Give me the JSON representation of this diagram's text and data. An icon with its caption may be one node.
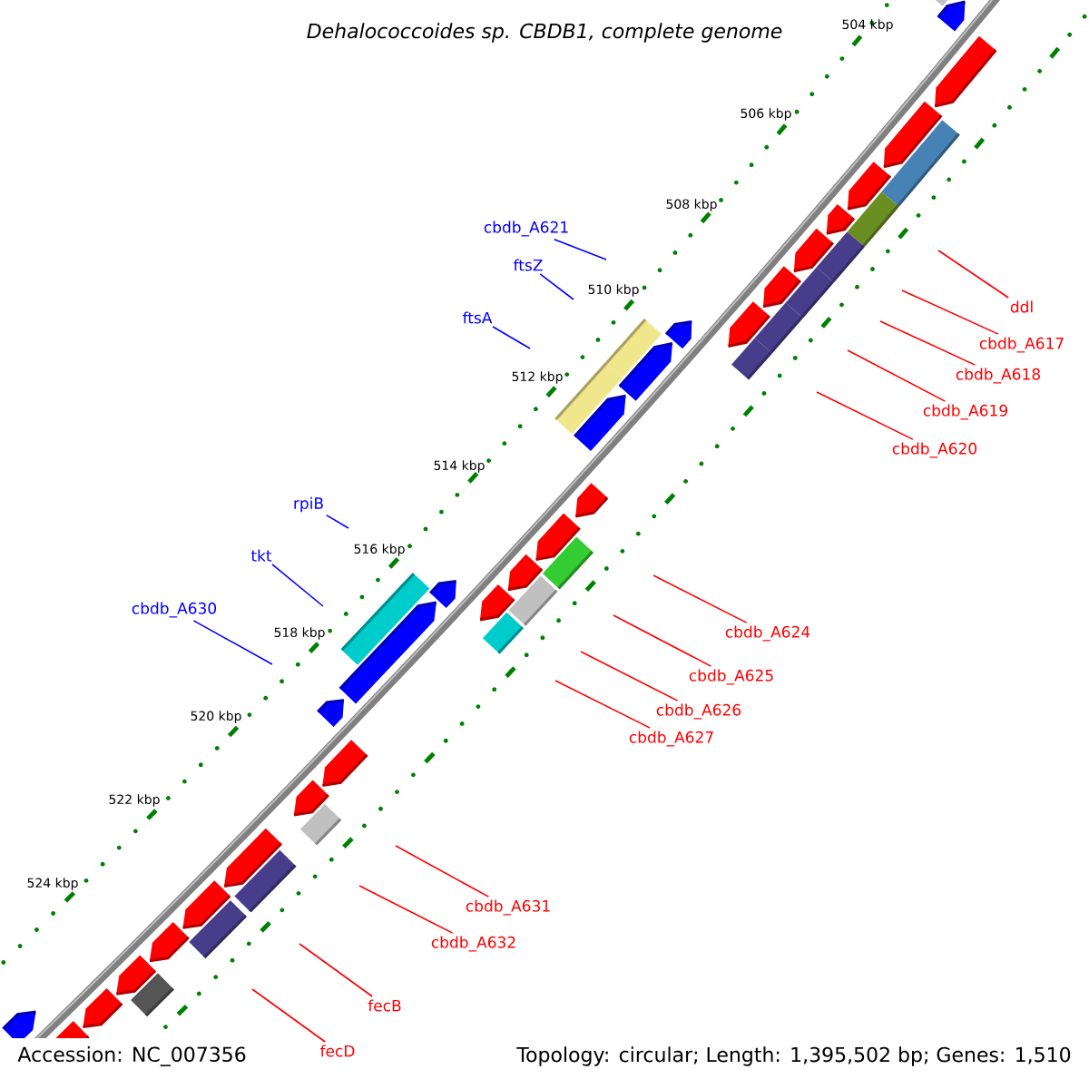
{
  "diagram": {
    "title": "Dehalococcoides sp. CBDB1, complete genome",
    "nodes": [
      {
        "text": [
          "cbdb_A621"
        ]
      },
      {
        "text": [
          "ftsZ"
        ]
      },
      {
        "text": [
          "ddl"
        ]
      },
      {
        "text": [
          "ftsA"
        ]
      },
      {
        "text": [
          "cbdb_A617"
        ]
      },
      {
        "text": [
          "cbdb_A618"
        ]
      },
      {
        "text": [
          "cbdb_A619"
        ]
      },
      {
        "text": [
          "cbdb_A620"
        ]
      },
      {
        "text": [
          "rpiB"
        ]
      },
      {
        "text": [
          "tkt"
        ]
      },
      {
        "text": [
          "cbdb_A630"
        ]
      },
      {
        "text": [
          "cbdb_A624"
        ]
      },
      {
        "text": [
          "cbdb_A625"
        ]
      },
      {
        "text": [
          "cbdb_A626"
        ]
      },
      {
        "text": [
          "cbdb_A627"
        ]
      },
      {
        "text": [
          "cbdb_A631"
        ]
      },
      {
        "text": [
          "cbdb_A632"
        ]
      },
      {
        "text": [
          "fecB"
        ]
      },
      {
        "text": [
          "fecD"
        ]
      }
    ],
    "edges": [
      {
        "from": 0,
        "to": null,
        "arrow": "none",
        "color": "#0000ff"
      },
      {
        "from": 1,
        "to": null,
        "arrow": "none",
        "color": "#0000ff"
      },
      {
        "from": 2,
        "to": null,
        "arrow": "none"
      },
      {
        "from": 3,
        "to": null,
        "arrow": "none",
        "color": "#0000ff"
      },
      {
        "from": 4,
        "to": null,
        "arrow": "none"
      },
      {
        "from": 5,
        "to": null,
        "arrow": "none"
      },
      {
        "from": 6,
        "to": null,
        "arrow": "none"
      },
      {
        "from": 7,
        "to": null,
        "arrow": "none"
      },
      {
        "from": 8,
        "to": null,
        "arrow": "none",
        "color": "#0000ff"
      },
      {
        "from": 9,
        "to": null,
        "arrow": "none",
        "color": "#0000ff"
      },
      {
        "from": 10,
        "to": null,
        "arrow": "none",
        "color": "#0000ff"
      },
      {
        "from": 11,
        "to": null,
        "arrow": "none"
      },
      {
        "from": 12,
        "to": null,
        "arrow": "none"
      },
      {
        "from": 13,
        "to": null,
        "arrow": "none"
      },
      {
        "from": 14,
        "to": null,
        "arrow": "none"
      },
      {
        "from": 15,
        "to": null,
        "arrow": "none"
      },
      {
        "from": 16,
        "to": null,
        "arrow": "none"
      },
      {
        "from": 17,
        "to": null,
        "arrow": "none"
      },
      {
        "from": 18,
        "to": null,
        "arrow": "none"
      }
    ],
    "labels": [
      "504 kbp",
      "506 kbp",
      "508 kbp",
      "510 kbp",
      "512 kbp",
      "514 kbp",
      "516 kbp",
      "518 kbp",
      "520 kbp",
      "522 kbp",
      "524 kbp",
      "Accession: NC_007356",
      "Topology: circular; Length: 1,395,502 bp; Genes: 1,510"
    ]
  }
}
